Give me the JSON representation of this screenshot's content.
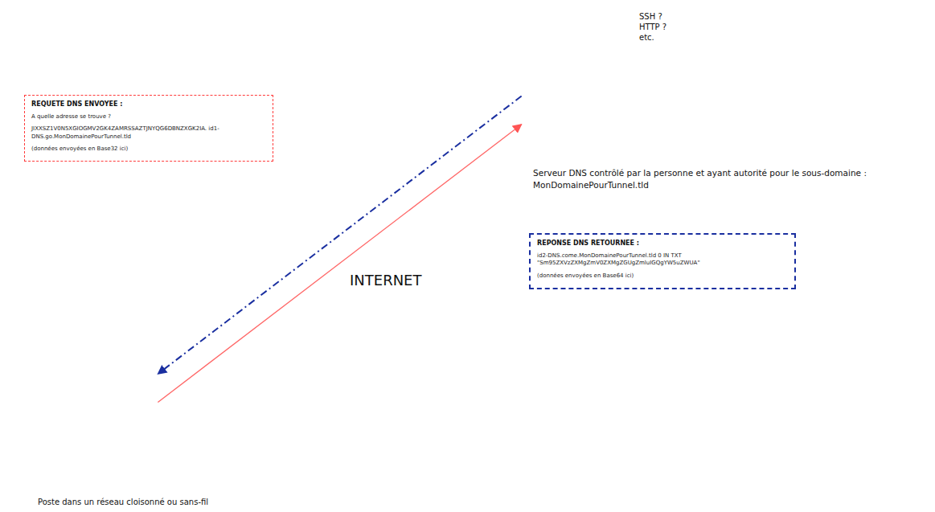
{
  "diagram": {
    "nodes": [
      {
        "text": [
          "REQUETE DNS ENVOYEE :",
          "A quelle adresse se trouve ?",
          "JIXXSZ1V0N5XGIOGMV2GK4ZAMRSSAZTJNYQG6DBNZXGK2IA. id1-DNS.go.MonDomainePourTunnel.tld",
          "(données envoyées en Base32 ici)"
        ]
      },
      {
        "text": [
          "Serveur DNS contrôlé par la personne et ayant autorité pour le sous-domaine : MonDomainePourTunnel.tld"
        ]
      },
      {
        "text": [
          "INTERNET"
        ]
      },
      {
        "text": [
          "REPONSE DNS RETOURNEE :",
          "id2-DNS.come.MonDomainePourTunnel.tld 0 IN TXT \"Sm95ZXVzZXMgZmV0ZXMgZGUgZmluIGQgYW5uZWUA\"",
          "(données envoyées en Base64 ici)"
        ]
      },
      {
        "text": [
          "Poste dans un réseau cloisonné ou sans-fil"
        ]
      }
    ],
    "edges": [
      {
        "from": 4,
        "to": 1,
        "arrow": "to"
      },
      {
        "from": 1,
        "to": 4,
        "arrow": "to"
      }
    ],
    "labels": [
      "SSH ? HTTP ? etc."
    ]
  }
}
